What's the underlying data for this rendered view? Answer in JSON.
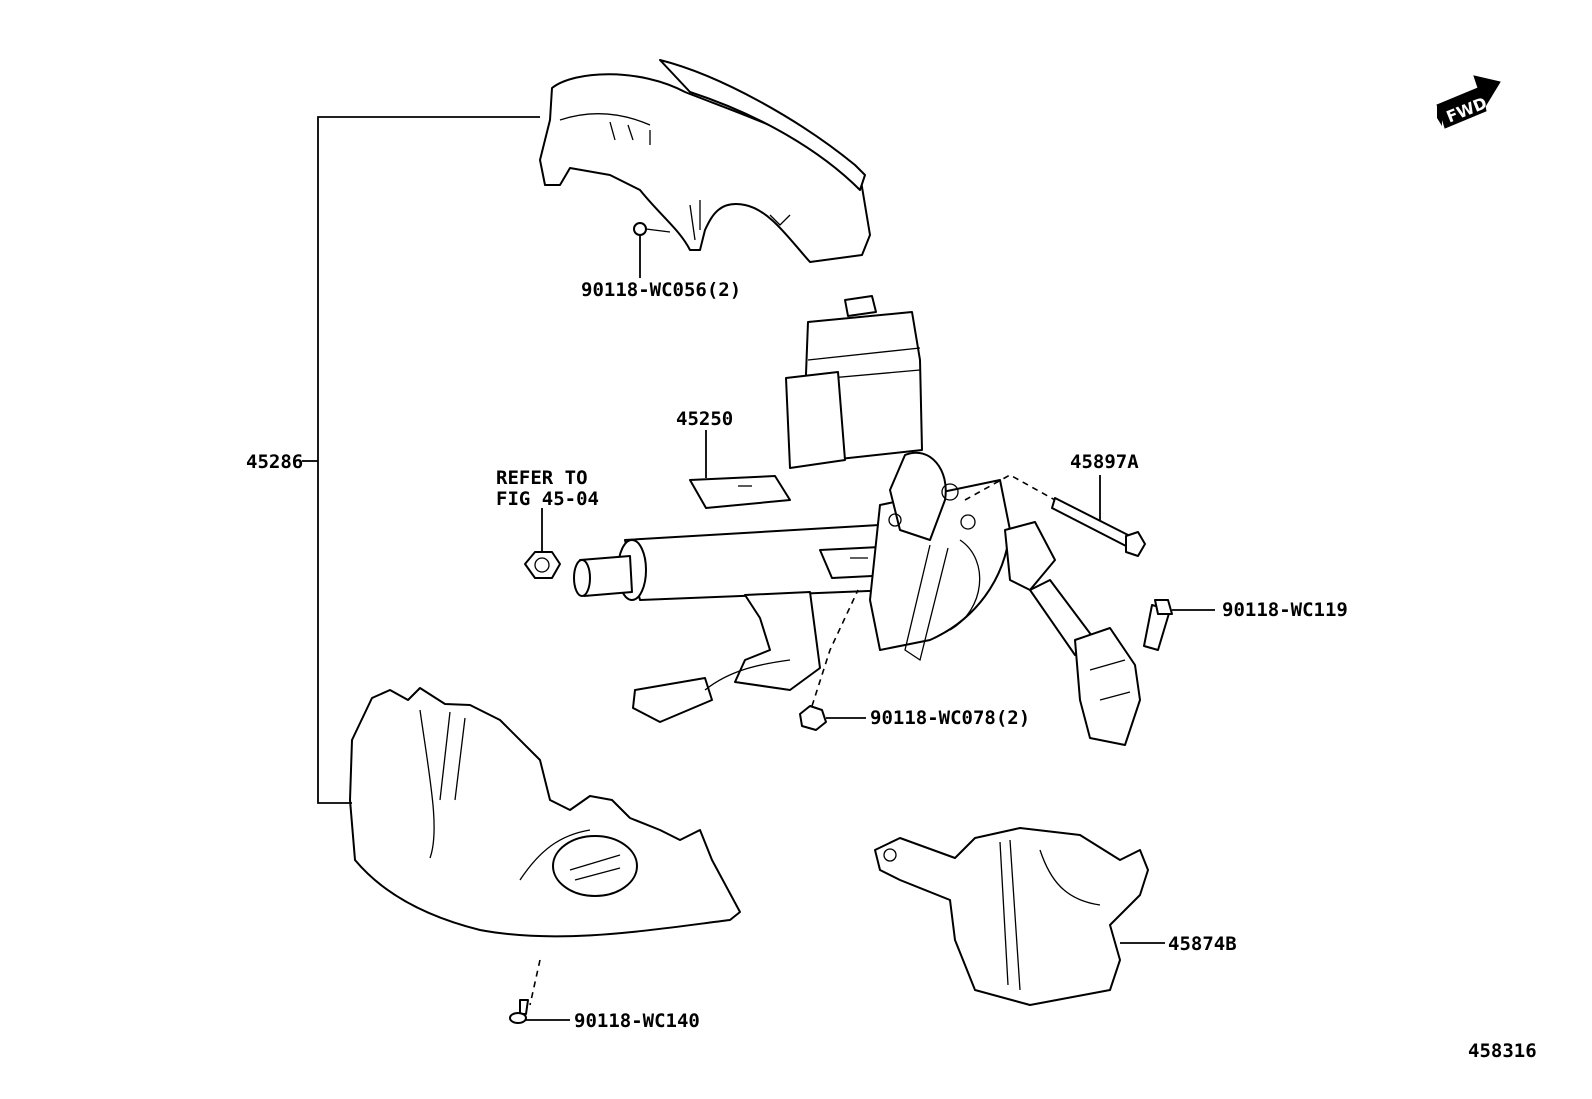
{
  "labels": {
    "upper_cover": "45286",
    "column_assy": "45250",
    "shaft_assy": "45897A",
    "refer_line1": "REFER TO",
    "refer_line2": "FIG 45-04",
    "screw_upper": "90118-WC056(2)",
    "bolt_right": "90118-WC119",
    "nut_lower": "90118-WC078(2)",
    "screw_bottom": "90118-WC140",
    "cover_right": "45874B",
    "fwd": "FWD",
    "figure_number": "458316"
  }
}
